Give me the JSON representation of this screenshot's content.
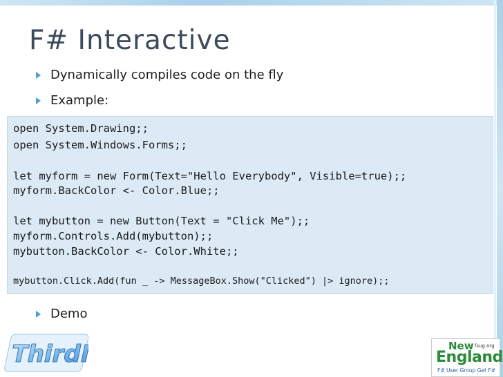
{
  "slide": {
    "title": "F# Interactive",
    "bullets": [
      "Dynamically compiles code on the fly",
      "Example:",
      "Demo"
    ],
    "code": [
      "open System.Drawing;;",
      "open System.Windows.Forms;;",
      "let myform = new Form(Text=\"Hello Everybody\", Visible=true);;",
      "myform.BackColor <- Color.Blue;;",
      "let mybutton = new Button(Text = \"Click Me\");;",
      "myform.Controls.Add(mybutton);;",
      "mybutton.BackColor <- Color.White;;",
      "mybutton.Click.Add(fun _ -> MessageBox.Show(\"Clicked\") |> ignore);;"
    ]
  },
  "logos": {
    "third": "ThirdM",
    "ne_new": "New",
    "ne_site": "fsug.org",
    "ne_england": "England",
    "ne_sub": "F# User Group  Get F#"
  },
  "colors": {
    "title": "#3b4b5c",
    "bullet_arrow": "#4b9fd5",
    "code_bg": "#dbeaf5",
    "frame": "#a9d1ea",
    "ne_green": "#2e8b3a",
    "third_blue": "#3f8fd6"
  }
}
